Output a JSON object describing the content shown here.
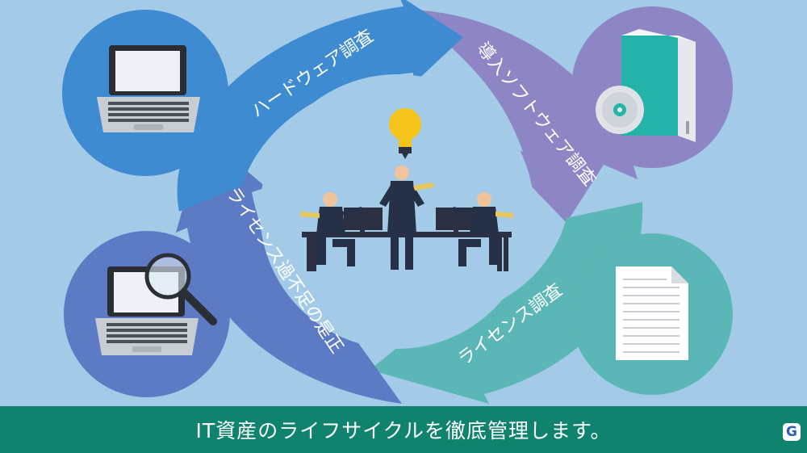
{
  "diagram": {
    "labels": {
      "hardware": "ハードウェア調査",
      "software": "導入ソフトウェア調査",
      "license": "ライセンス調査",
      "correction": "ライセンス過不足の是正"
    }
  },
  "caption": {
    "text": "IT資産のライフサイクルを徹底管理します。"
  },
  "logo": {
    "letter": "G"
  },
  "colors": {
    "background": "#a3cbe8",
    "hardware": "#3f8bd2",
    "software": "#8e86c4",
    "license": "#5bb7b5",
    "correction": "#5d7bc4",
    "caption_bar": "#10836f"
  }
}
